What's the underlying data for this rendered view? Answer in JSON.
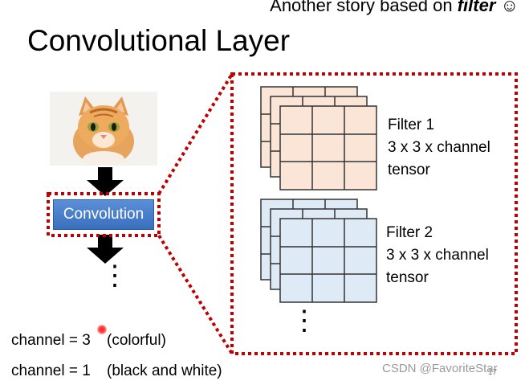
{
  "header": {
    "top_note_prefix": "Another story based on ",
    "top_note_emphasis": "filter",
    "top_note_suffix": " ☺",
    "title": "Convolutional Layer"
  },
  "diagram": {
    "block_label": "Convolution",
    "ellipsis": "⋮",
    "filters": [
      {
        "name": "Filter 1",
        "shape": "3 x 3 x channel",
        "kind": "tensor",
        "color": "#fbe5d6"
      },
      {
        "name": "Filter 2",
        "shape": "3 x 3 x channel",
        "kind": "tensor",
        "color": "#deebf7"
      }
    ],
    "filters_ellipsis": "⋮",
    "highlight_color": "#c00000"
  },
  "notes": {
    "channel_color_label": "channel = 3",
    "channel_color_desc": "(colorful)",
    "channel_bw_label": "channel = 1",
    "channel_bw_desc": "(black and white)"
  },
  "footer": {
    "watermark": "CSDN @FavoriteStar",
    "page_number": "17"
  }
}
